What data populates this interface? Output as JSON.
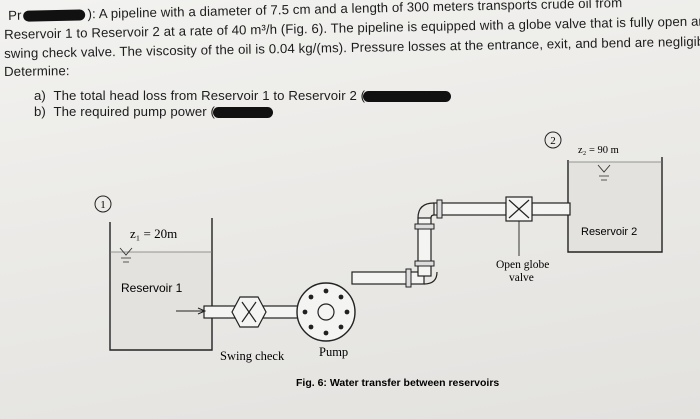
{
  "problem": {
    "prefix": "Pr",
    "prefix_suffix": "):",
    "line1": "A pipeline with a diameter of 7.5 cm and a length of 300 meters transports crude oil from",
    "line2": "Reservoir 1 to Reservoir 2 at a rate of 40 m³/h (Fig. 6). The pipeline is equipped with a globe valve that is fully open and a",
    "line3": "swing check valve. The viscosity of the oil is 0.04 kg/(ms). Pressure losses at the entrance, exit, and bend are negligible.",
    "line4": "Determine:"
  },
  "questions": {
    "a": {
      "marker": "a)",
      "text": "The total head loss from Reservoir 1 to Reservoir 2 ("
    },
    "b": {
      "marker": "b)",
      "text": "The required pump power ("
    }
  },
  "figure": {
    "point1": "1",
    "point2": "2",
    "z1": "z₁ = 20m",
    "z2": "z₂ = 90 m",
    "reservoir1": "Reservoir 1",
    "reservoir2": "Reservoir 2",
    "swing_check": "Swing check",
    "pump": "Pump",
    "valve_line1": "Open globe",
    "valve_line2": "valve",
    "caption": "Fig. 6: Water transfer between reservoirs"
  }
}
